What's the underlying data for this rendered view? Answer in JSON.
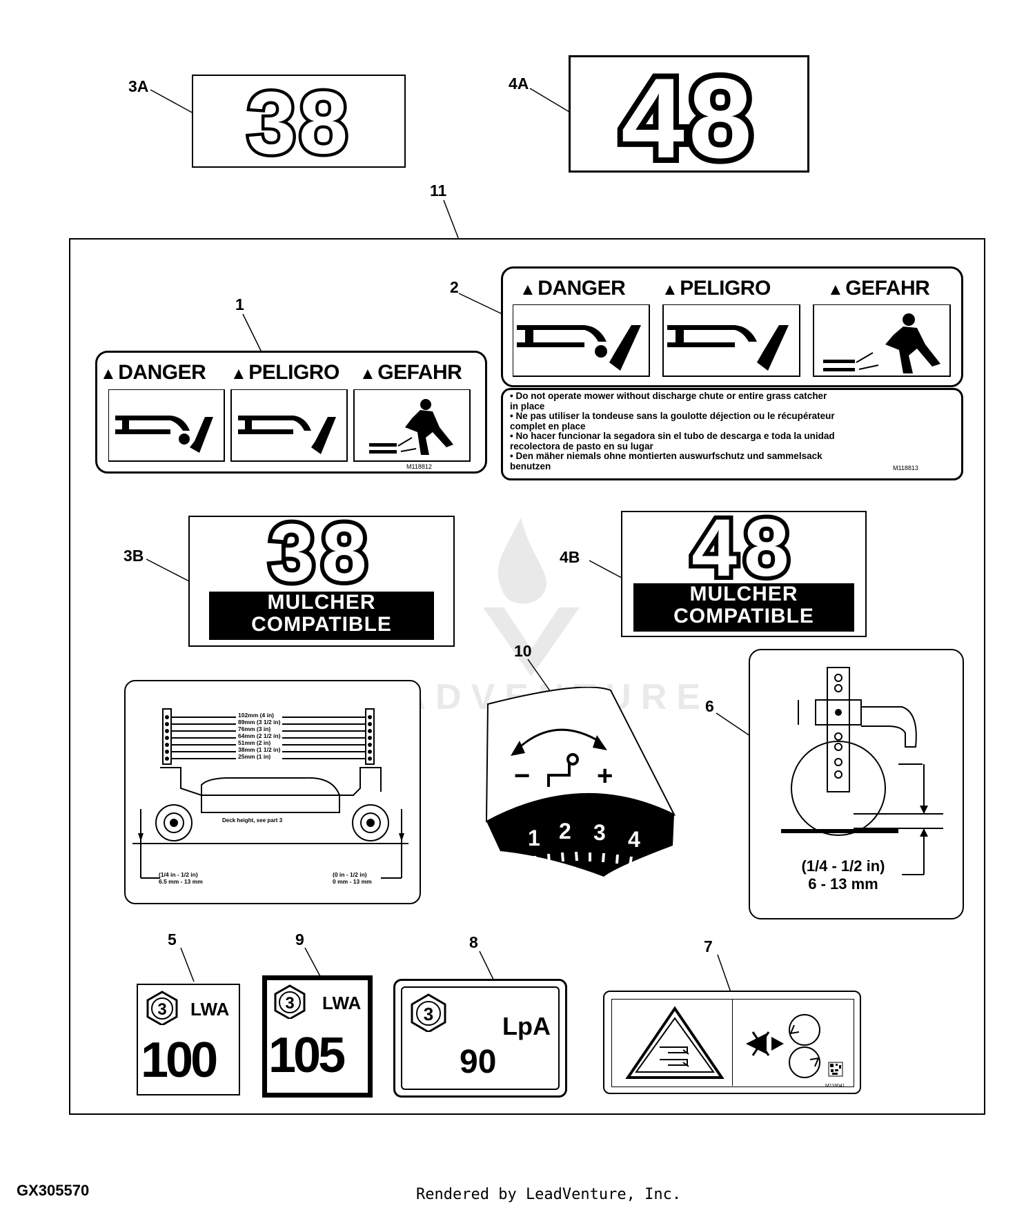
{
  "callouts": {
    "c3a": "3A",
    "c4a": "4A",
    "c11": "11",
    "c1": "1",
    "c2": "2",
    "c3b": "3B",
    "c4b": "4B",
    "c10": "10",
    "c6": "6",
    "c5": "5",
    "c9": "9",
    "c8": "8",
    "c7": "7"
  },
  "decal_3a": {
    "number": "38"
  },
  "decal_4a": {
    "number": "48"
  },
  "decal_1": {
    "danger": "DANGER",
    "peligro": "PELIGRO",
    "gefahr": "GEFAHR",
    "part_no": "M118812"
  },
  "decal_2": {
    "danger": "DANGER",
    "peligro": "PELIGRO",
    "gefahr": "GEFAHR",
    "lines": [
      "• Do not operate mower without discharge chute or entire  grass catcher",
      "  in place",
      "• Ne pas utiliser la tondeuse sans la goulotte déjection ou le récupérateur",
      "  complet en place",
      "• No hacer funcionar la segadora sin el tubo de descarga e  toda la unidad",
      "  recolectora de pasto en su lugar",
      "• Den mäher niemals ohne montierten auswurfschutz und sammelsack",
      "  benutzen"
    ],
    "part_no": "M118813"
  },
  "decal_3b": {
    "number": "38",
    "line1": "MULCHER",
    "line2": "COMPATIBLE"
  },
  "decal_4b": {
    "number": "48",
    "line1": "MULCHER",
    "line2": "COMPATIBLE"
  },
  "decal_height": {
    "rows": [
      "102mm  (4 in)",
      "89mm  (3 1/2 in)",
      "76mm  (3 in)",
      "64mm  (2 1/2 in)",
      "51mm  (2 in)",
      "38mm  (1 1/2 in)",
      "25mm  (1 in)"
    ],
    "deck_text": "Deck height, see part 3",
    "left_line1": "(1/4 in - 1/2 in)",
    "left_line2": "6.5 mm - 13 mm",
    "right_line1": "(0 in - 1/2 in)",
    "right_line2": "0 mm - 13 mm"
  },
  "decal_10": {
    "minus": "−",
    "plus": "+",
    "dial": [
      "1",
      "2",
      "3",
      "4"
    ]
  },
  "decal_6": {
    "line1": "(1/4 - 1/2 in)",
    "line2": "6 - 13 mm"
  },
  "decal_5": {
    "class": "3",
    "label": "LWA",
    "value": "100"
  },
  "decal_9": {
    "class": "3",
    "label": "LWA",
    "value": "105"
  },
  "decal_8": {
    "class": "3",
    "label": "LpA",
    "value": "90"
  },
  "decal_7": {
    "part_no": "M118041"
  },
  "figure_id": "GX305570",
  "footer": "Rendered by LeadVenture, Inc.",
  "watermark": "LEADVENTURE"
}
